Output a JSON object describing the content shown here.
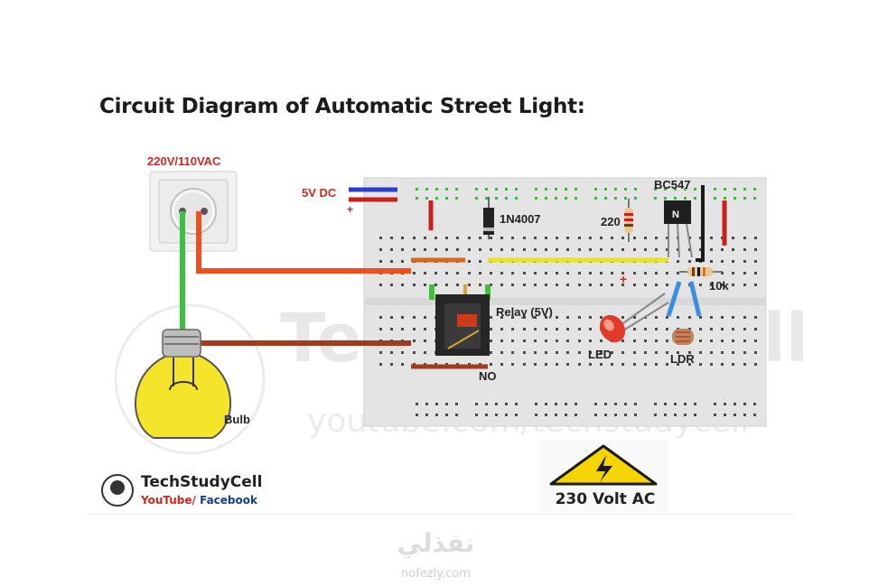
{
  "title": "Circuit Diagram of Automatic Street Light:",
  "labels": {
    "ac_supply": "220V/110VAC",
    "dc_supply": "5V DC",
    "plus": "+",
    "diode": "1N4007",
    "resistor_220": "220",
    "transistor": "BC547",
    "transistor_mark": "N",
    "resistor_10k": "10k",
    "relay": "Relay (5V)",
    "relay_no": "NO",
    "led": "LED",
    "led_plus": "+",
    "ldr": "LDR",
    "bulb": "Bulb"
  },
  "brand": {
    "name": "TechStudyCell",
    "youtube": "YouTube/",
    "facebook": " Facebook"
  },
  "watermarks": {
    "main": "TechStudyCell",
    "sub": "youtube.com/techstudycell",
    "site_ar": "نفذلي",
    "site_en": "nofezly.com"
  },
  "warning": {
    "text": "230 Volt AC"
  },
  "colors": {
    "breadboard": "#e6e6e6",
    "hole": "#4a4a4a",
    "green_dot": "#3db83a",
    "red_wire": "#c8201e",
    "blue_wire": "#2a3fd0",
    "green_wire": "#3cc13a",
    "orange_wire": "#ef4f1e",
    "brown_wire": "#a13c1e",
    "yellow_wire": "#e9e31f",
    "light_blue_wire": "#3b8ee0",
    "bulb_yellow": "#f5e52a",
    "warning_yellow": "#f5d400"
  }
}
